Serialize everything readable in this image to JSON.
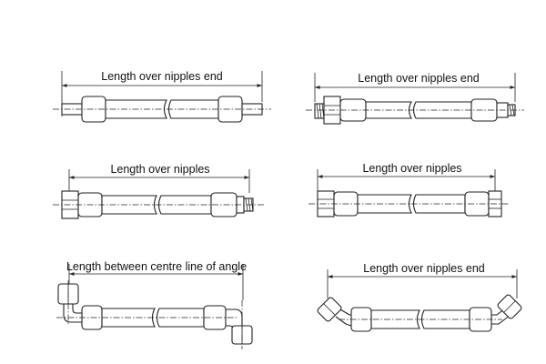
{
  "diagrams": [
    {
      "label": "Length over nipples end"
    },
    {
      "label": "Length over nipples end"
    },
    {
      "label": "Length over nipples"
    },
    {
      "label": "Length over nipples"
    },
    {
      "label": "Length between centre line of angle"
    },
    {
      "label": "Length over nipples end"
    }
  ]
}
